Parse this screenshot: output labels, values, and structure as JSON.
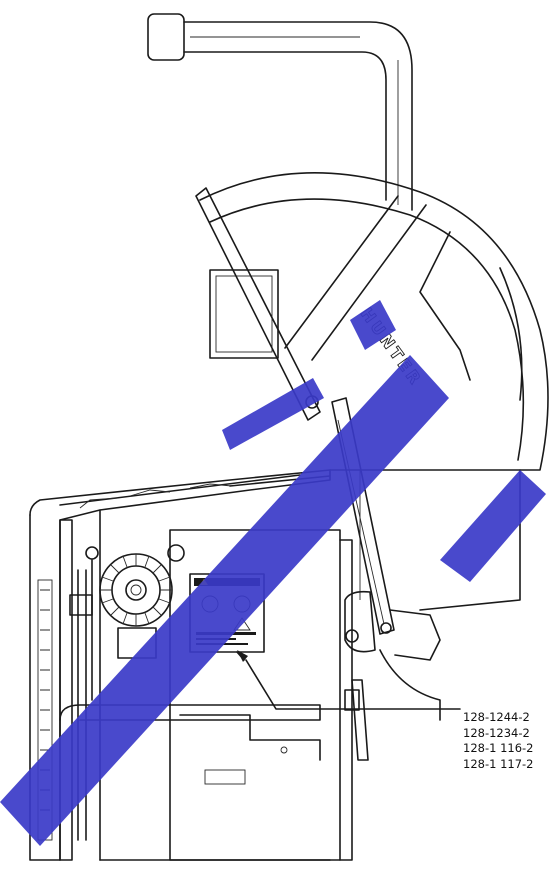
{
  "brand": {
    "machine_label": "HUNTER"
  },
  "callout": {
    "part_numbers": [
      "128-1244-2",
      "128-1234-2",
      "128-1 116-2",
      "128-1 117-2"
    ]
  },
  "watermark": {
    "color": "#3a39c8"
  },
  "colors": {
    "line": "#1a1a1a",
    "background": "#ffffff"
  }
}
